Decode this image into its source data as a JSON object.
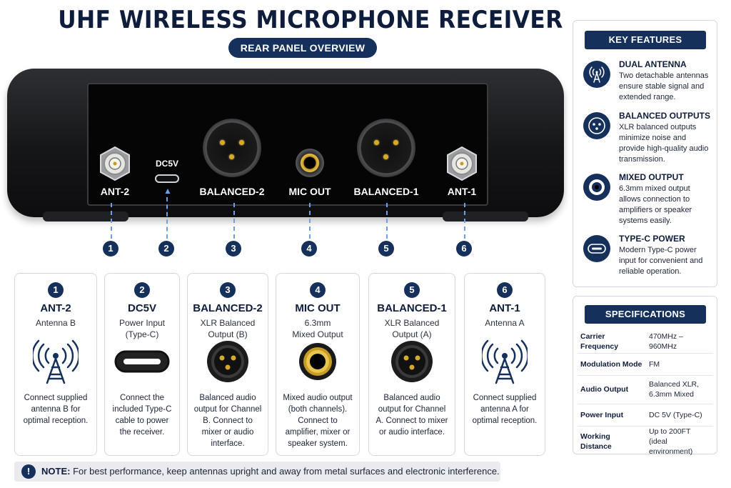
{
  "header": {
    "title": "UHF WIRELESS MICROPHONE RECEIVER",
    "subtitle": "REAR PANEL OVERVIEW"
  },
  "panel_labels": {
    "ant2": "ANT-2",
    "dc5v_port": "DC5V",
    "bal2": "BALANCED-2",
    "mic_out": "MIC OUT",
    "bal1": "BALANCED-1",
    "ant1": "ANT-1"
  },
  "markers": [
    "1",
    "2",
    "3",
    "4",
    "5",
    "6"
  ],
  "cards": [
    {
      "num": "1",
      "title": "ANT-2",
      "sub": "Antenna B",
      "icon": "antenna-icon",
      "desc": "Connect supplied antenna B for optimal reception."
    },
    {
      "num": "2",
      "title": "DC5V",
      "sub": "Power Input (Type-C)",
      "icon": "usb-c-icon",
      "desc": "Connect the included Type-C cable to power the receiver."
    },
    {
      "num": "3",
      "title": "BALANCED-2",
      "sub": "XLR Balanced Output (B)",
      "icon": "xlr-icon",
      "desc": "Balanced audio output for Channel B. Connect to mixer or audio interface."
    },
    {
      "num": "4",
      "title": "MIC OUT",
      "sub": "6.3mm Mixed Output",
      "icon": "jack-icon",
      "desc": "Mixed audio output (both channels). Connect to amplifier, mixer or speaker system."
    },
    {
      "num": "5",
      "title": "BALANCED-1",
      "sub": "XLR Balanced Output (A)",
      "icon": "xlr-icon",
      "desc": "Balanced audio output for Channel A. Connect to mixer or audio interface."
    },
    {
      "num": "6",
      "title": "ANT-1",
      "sub": "Antenna A",
      "icon": "antenna-icon",
      "desc": "Connect supplied antenna A for optimal reception."
    }
  ],
  "note": {
    "label": "NOTE:",
    "text": " For best performance, keep antennas upright and away from metal surfaces and electronic interference."
  },
  "features": {
    "heading": "KEY FEATURES",
    "items": [
      {
        "title": "DUAL ANTENNA",
        "desc": "Two detachable antennas ensure stable signal and extended range.",
        "icon": "antenna-icon"
      },
      {
        "title": "BALANCED OUTPUTS",
        "desc": "XLR balanced outputs minimize noise and provide high-quality audio transmission.",
        "icon": "xlr-icon"
      },
      {
        "title": "MIXED OUTPUT",
        "desc": "6.3mm mixed output allows connection to amplifiers or speaker systems easily.",
        "icon": "jack-icon"
      },
      {
        "title": "TYPE-C POWER",
        "desc": "Modern Type-C power input for convenient and reliable operation.",
        "icon": "usb-c-icon"
      }
    ]
  },
  "specs": {
    "heading": "SPECIFICATIONS",
    "rows": [
      {
        "key": "Carrier Frequency",
        "value": "470MHz – 960MHz"
      },
      {
        "key": "Modulation Mode",
        "value": "FM"
      },
      {
        "key": "Audio Output",
        "value": "Balanced XLR, 6.3mm Mixed"
      },
      {
        "key": "Power Input",
        "value": "DC 5V (Type-C)"
      },
      {
        "key": "Working Distance",
        "value": "Up to 200FT (ideal environment)"
      }
    ]
  },
  "colors": {
    "navy": "#16305c",
    "gold": "#d6a928",
    "dash": "#6f9fe0"
  }
}
